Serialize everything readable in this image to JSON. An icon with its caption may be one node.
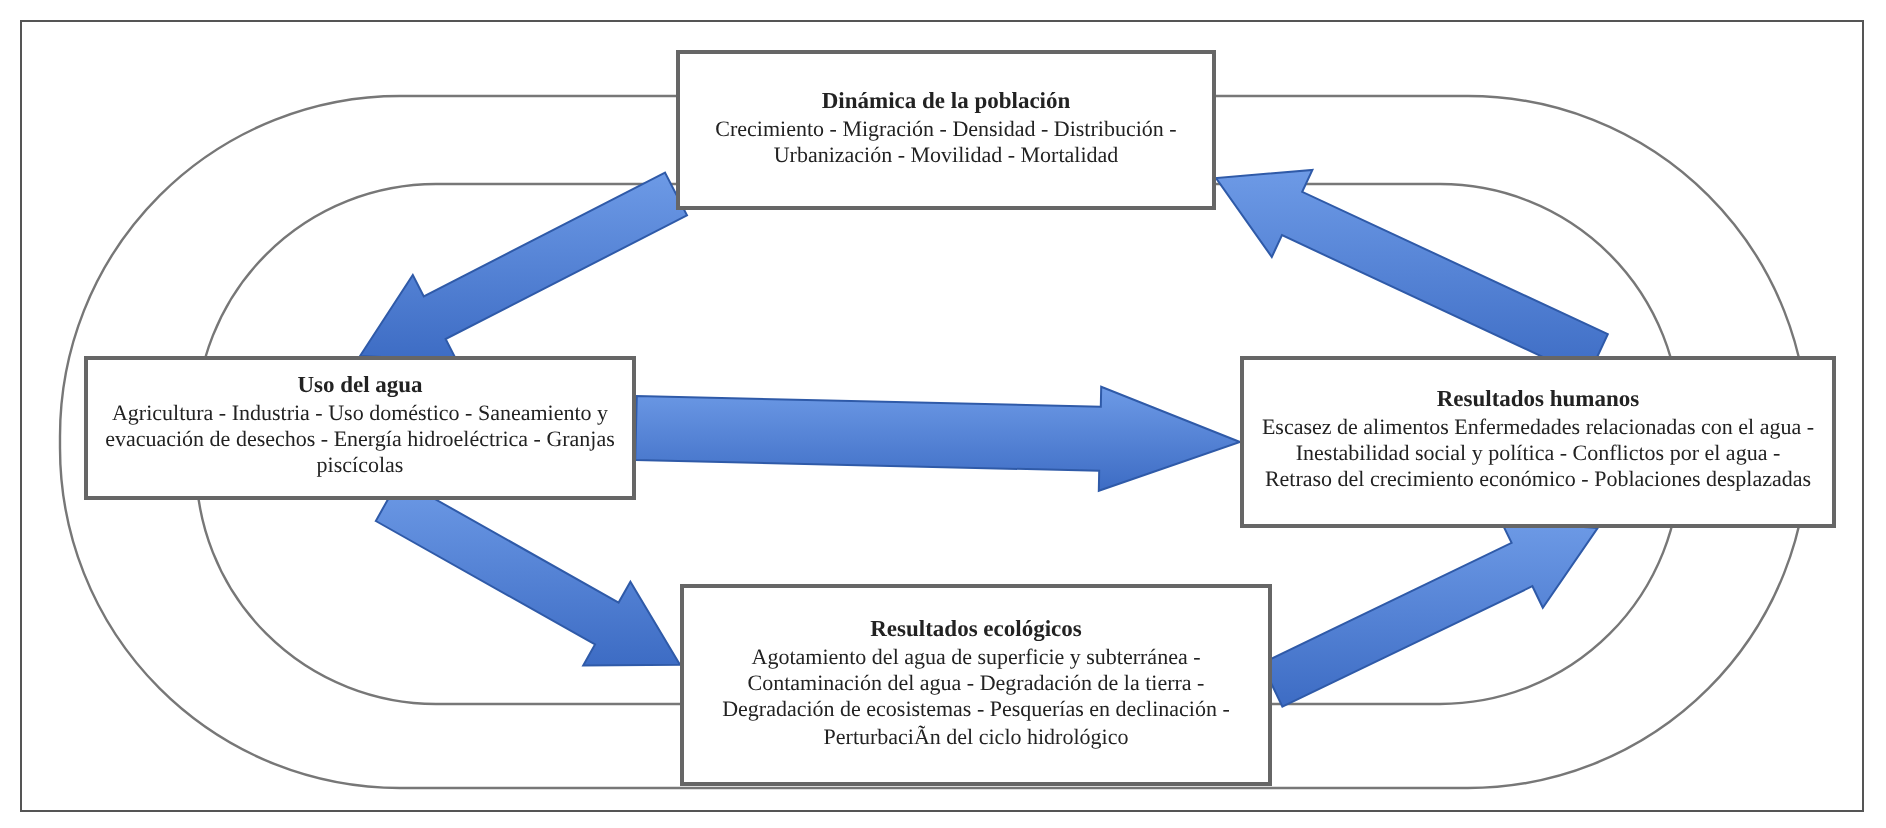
{
  "diagram": {
    "nodes": [
      {
        "text": [
          "Dinámica de la población",
          "Crecimiento - Migración - Densidad - Distribución - Urbanización - Movilidad - Mortalidad"
        ]
      },
      {
        "text": [
          "Uso del agua",
          "Agricultura - Industria - Uso doméstico - Saneamiento y evacuación de desechos - Energía hidroeléctrica - Granjas piscícolas"
        ]
      },
      {
        "text": [
          "Resultados humanos",
          "Escasez de alimentos Enfermedades relacionadas con el agua - Inestabilidad social y política - Conflictos por el agua - Retraso del crecimiento económico - Poblaciones desplazadas"
        ]
      },
      {
        "text": [
          "Resultados ecológicos",
          "Agotamiento del agua de superficie y subterránea - Contaminación del agua - Degradación de la tierra - Degradación de ecosistemas - Pesquerías en declinación - PerturbaciÃn del ciclo hidrológico"
        ]
      }
    ],
    "edges": [
      {
        "from": 0,
        "to": 1,
        "arrow": "to",
        "style": "thick"
      },
      {
        "from": 1,
        "to": 2,
        "arrow": "to",
        "style": "thick"
      },
      {
        "from": 1,
        "to": 3,
        "arrow": "to",
        "style": "thick"
      },
      {
        "from": 3,
        "to": 2,
        "arrow": "to",
        "style": "thick"
      },
      {
        "from": 2,
        "to": 0,
        "arrow": "to",
        "style": "thick"
      }
    ]
  }
}
